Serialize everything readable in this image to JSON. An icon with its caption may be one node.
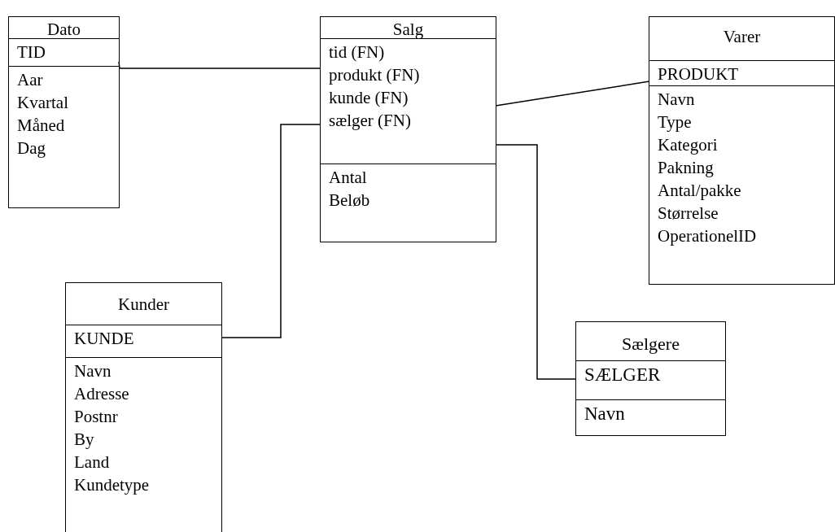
{
  "diagram": {
    "nodes": [
      {
        "text": [
          "Dato"
        ]
      },
      {
        "text": [
          "TID"
        ],
        "in": 0
      },
      {
        "text": [
          "Aar",
          "Kvartal",
          "Måned",
          "Dag"
        ],
        "in": 0
      },
      {
        "text": [
          "Salg"
        ]
      },
      {
        "text": [
          "tid (FN)",
          "produkt (FN)",
          "kunde (FN)",
          "sælger (FN)"
        ],
        "in": 3
      },
      {
        "text": [
          "Antal",
          "Beløb"
        ],
        "in": 3
      },
      {
        "text": [
          "Varer"
        ]
      },
      {
        "text": [
          "PRODUKT"
        ],
        "in": 6
      },
      {
        "text": [
          "Navn",
          "Type",
          "Kategori",
          "Pakning",
          "Antal/pakke",
          "Størrelse",
          "OperationelID"
        ],
        "in": 6
      },
      {
        "text": [
          "Kunder"
        ]
      },
      {
        "text": [
          "KUNDE"
        ],
        "in": 9
      },
      {
        "text": [
          "Navn",
          "Adresse",
          "Postnr",
          "By",
          "Land",
          "Kundetype"
        ],
        "in": 9
      },
      {
        "text": [
          "Sælgere"
        ]
      },
      {
        "text": [
          "SÆLGER"
        ],
        "in": 12
      },
      {
        "text": [
          "Navn"
        ],
        "in": 12
      }
    ],
    "edges": [
      {
        "from": 1,
        "to": 4,
        "arrow": "none"
      },
      {
        "from": 4,
        "to": 7,
        "arrow": "none"
      },
      {
        "from": 10,
        "to": 4,
        "arrow": "none"
      },
      {
        "from": 4,
        "to": 13,
        "arrow": "none"
      }
    ]
  }
}
